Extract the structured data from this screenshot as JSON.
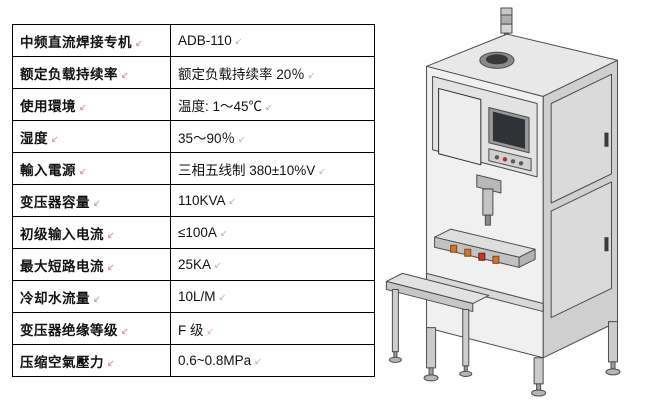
{
  "table": {
    "rows": [
      {
        "label": "中频直流焊接专机",
        "value": "ADB-110"
      },
      {
        "label": "额定负载持续率",
        "value": "额定负载持续率 20％"
      },
      {
        "label": "使用環境",
        "value": "温度: 1～45℃"
      },
      {
        "label": "湿度",
        "value": "35～90％"
      },
      {
        "label": "輸入電源",
        "value": "三相五线制 380±10%V"
      },
      {
        "label": "变压器容量",
        "value": "110KVA"
      },
      {
        "label": "初级输入电流",
        "value": "≤100A"
      },
      {
        "label": "最大短路电流",
        "value": "25KA"
      },
      {
        "label": "冷却水流量",
        "value": "10L/M"
      },
      {
        "label": "变压器绝缘等级",
        "value": "F  级"
      },
      {
        "label": "压缩空氣壓力",
        "value": "0.6~0.8MPa"
      }
    ]
  },
  "colors": {
    "table_border": "#000000",
    "machine_line": "#4d4d4d",
    "machine_panel": "#d9d9d9",
    "clamp_accent_orange": "#d4722a",
    "clamp_accent_red": "#c0392b",
    "screen_dark": "#2f3338"
  }
}
